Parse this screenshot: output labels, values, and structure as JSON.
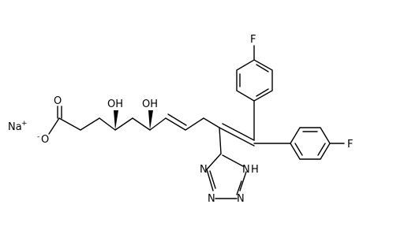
{
  "labels": {
    "fluoro_top": "F",
    "fluoro_bottom": "F",
    "hydroxyl_1": "OH",
    "hydroxyl_2": "OH",
    "carbonyl_oxygen": "O",
    "carboxylate_oxygen": "O",
    "carboxylate_charge": "-",
    "sodium": "Na",
    "sodium_charge": "+",
    "tetrazole_n1": "N",
    "tetrazole_n2": "N",
    "tetrazole_n3": "N",
    "tetrazole_nh": "N",
    "tetrazole_h": "H"
  }
}
